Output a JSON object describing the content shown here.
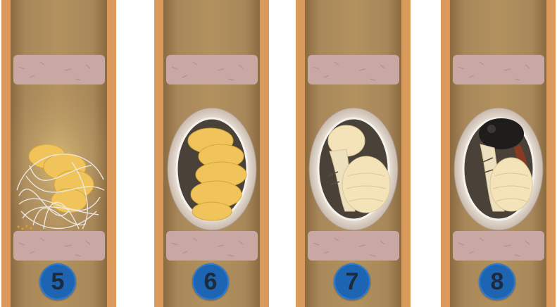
{
  "stages": [
    {
      "number": "5",
      "label": "stage-5-larva-spinning-cocoon"
    },
    {
      "number": "6",
      "label": "stage-6-larva-in-cocoon"
    },
    {
      "number": "7",
      "label": "stage-7-pupa"
    },
    {
      "number": "8",
      "label": "stage-8-darkening-pupa"
    }
  ],
  "colors": {
    "tube_wall": "#d99a5c",
    "tube_interior": "#a8875a",
    "partition": "#c9a7a3",
    "larva": "#f0c45a",
    "pupa": "#f4e3b8",
    "badge": "#1d64b3",
    "badge_text": "#1c2a3d"
  }
}
